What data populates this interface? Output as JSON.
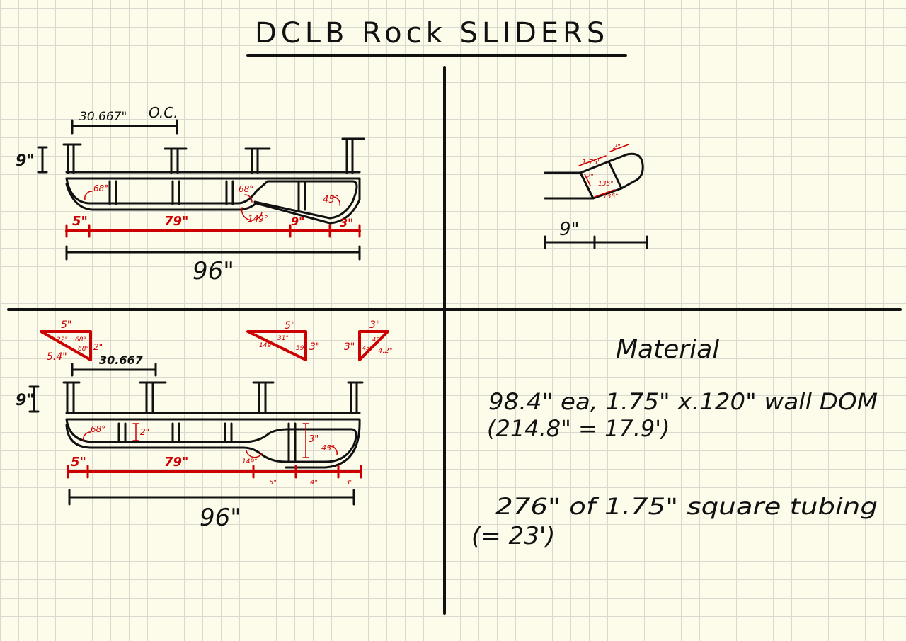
{
  "title": "DCLB Rock SLIDERS",
  "top_left": {
    "spacing_label": "30.667\"",
    "oc_label": "O.C.",
    "height_label": "9\"",
    "angle_a": "68°",
    "angle_b": "68°",
    "angle_c": "149°",
    "angle_d": "45°",
    "seg_1": "5\"",
    "seg_2": "79\"",
    "seg_3": "9\"",
    "seg_4": "3\"",
    "total": "96\""
  },
  "top_right": {
    "len_a": "1.75\"",
    "len_b": "2\"",
    "len_c": "2\"",
    "angle_a": "135°",
    "angle_b": "135°",
    "width": "9\""
  },
  "bottom_left": {
    "tri1_top": "5\"",
    "tri1_side": "2\"",
    "tri1_hyp": "5.4\"",
    "tri1_ang1": "22°",
    "tri1_ang2": "68°",
    "tri1_ang3": "68°",
    "tri2_top": "5\"",
    "tri2_side": "3\"",
    "tri2_ang1": "149°",
    "tri2_ang2": "31°",
    "tri2_ang3": "59°",
    "tri3_top": "3\"",
    "tri3_left": "3\"",
    "tri3_hyp": "4.2\"",
    "tri3_ang1": "45°",
    "tri3_ang2": "45°",
    "spacing_label": "30.667",
    "height_label": "9\"",
    "angle_a": "68°",
    "angle_b": "149°",
    "angle_c": "45°",
    "inner_a": "2\"",
    "inner_b": "3\"",
    "seg_1": "5\"",
    "seg_2": "79\"",
    "seg_3": "5\"",
    "seg_4": "4\"",
    "seg_5": "3\"",
    "total": "96\""
  },
  "material": {
    "heading": "Material",
    "line1": "98.4\" ea, 1.75\" x.120\" wall DOM",
    "line2": "(214.8\" = 17.9')",
    "line3": "276\" of 1.75\" square tubing",
    "line4": "(= 23')"
  }
}
